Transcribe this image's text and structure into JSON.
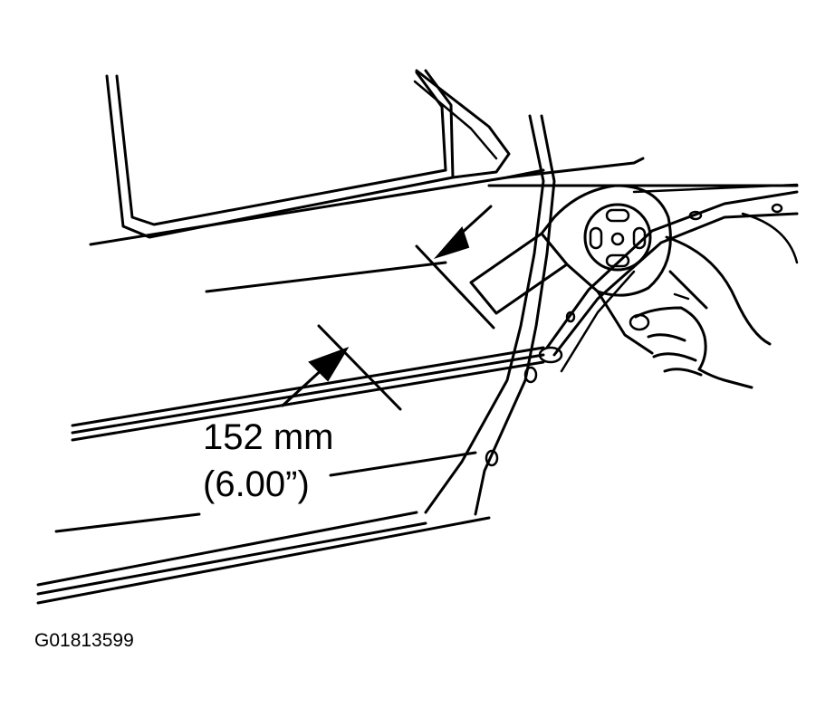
{
  "diagram": {
    "dimension_metric": "152 mm",
    "dimension_imperial": "(6.00”)",
    "figure_id": "G01813599"
  },
  "icons": [
    "heat-gun-icon",
    "hand-icon",
    "dimension-arrow-icon"
  ],
  "colors": {
    "ink": "#000000",
    "paper": "#ffffff"
  }
}
